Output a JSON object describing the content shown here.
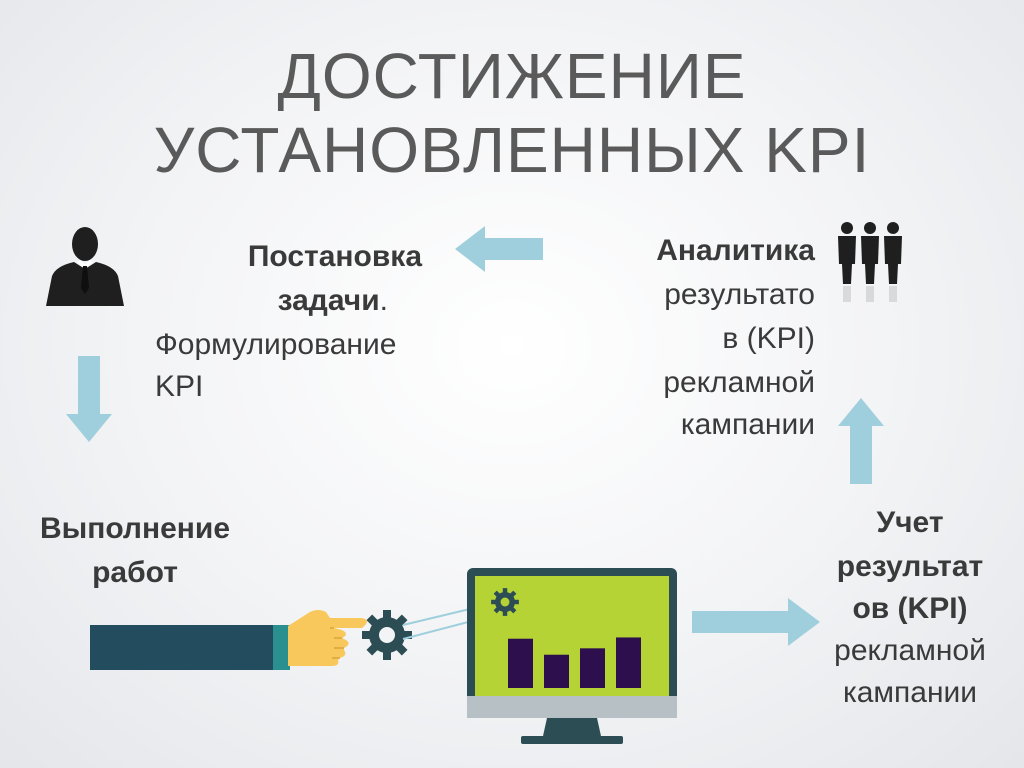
{
  "title": {
    "line1": "ДОСТИЖЕНИЕ",
    "line2": "УСТАНОВЛЕННЫХ KPI"
  },
  "steps": {
    "task": {
      "line1": "Постановка",
      "line2": "задачи",
      "line2_suffix": ".",
      "line3": "Формулирование",
      "line4": "KPI"
    },
    "analytics": {
      "line1": "Аналитика",
      "line2": "результато",
      "line3": "в (KPI)",
      "line4": "рекламной",
      "line5": "кампании"
    },
    "execution": {
      "line1": "Выполнение",
      "line2": "работ"
    },
    "accounting": {
      "line1": "Учет",
      "line2": "результат",
      "line3": "ов (KPI)",
      "line4": "рекламной",
      "line5": "кампании"
    }
  },
  "icons": {
    "manager": "businessman-icon",
    "team": "team-icon",
    "hand": "hand-icon",
    "gear": "gear-icon",
    "monitor": "monitor-icon"
  },
  "monitor_bars": [
    0.77,
    0.52,
    0.62,
    0.79
  ],
  "colors": {
    "arrow": "#9fcfdc",
    "title": "#5a5a5a",
    "text": "#3a3a3a",
    "screen": "#b5d335",
    "bar": "#2e0f4d",
    "sleeve": "#234d5e",
    "hand": "#f8c85d"
  }
}
